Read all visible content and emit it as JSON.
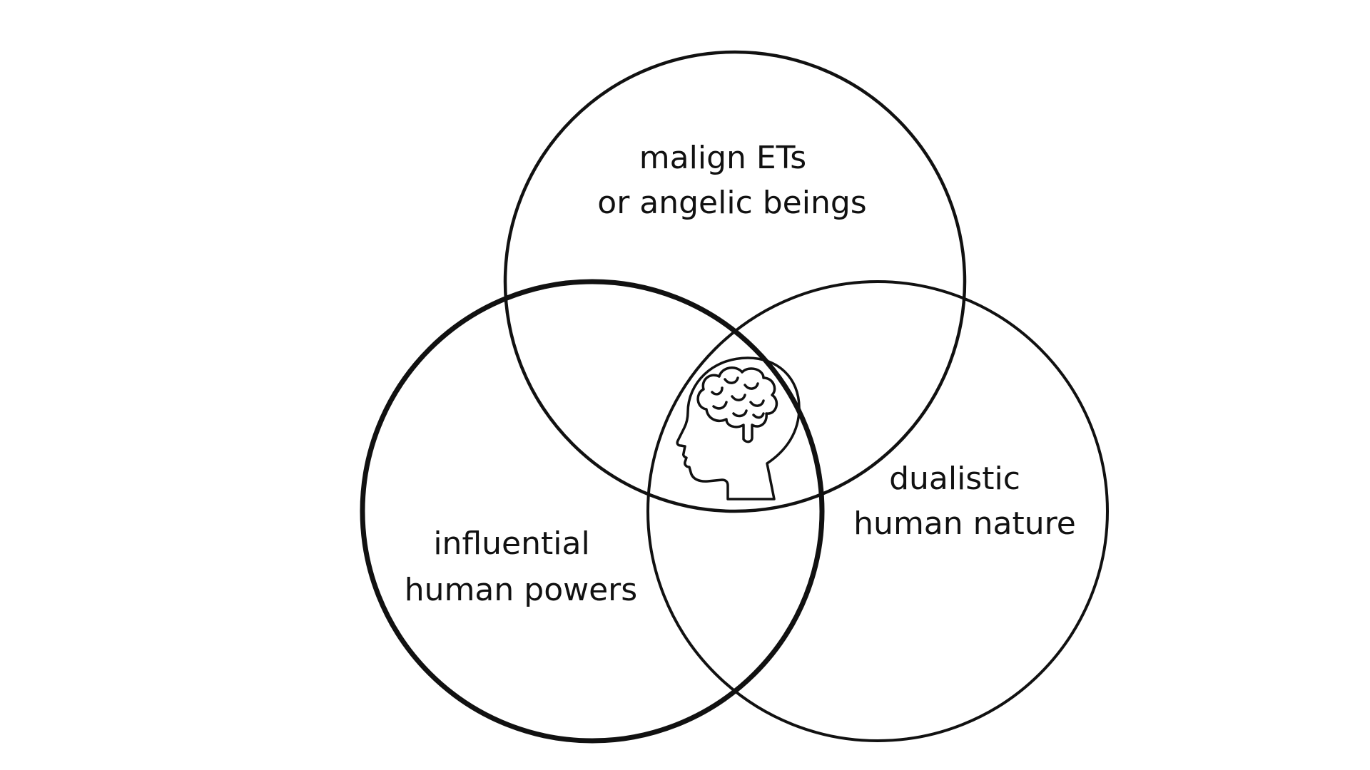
{
  "diagram": {
    "type": "venn",
    "circles": [
      {
        "id": "top",
        "label_lines": [
          "malign ETs",
          "or angelic beings"
        ]
      },
      {
        "id": "left",
        "label_lines": [
          "influential",
          "human powers"
        ]
      },
      {
        "id": "right",
        "label_lines": [
          "dualistic",
          "human nature"
        ]
      }
    ],
    "center_icon": "human-head-brain-icon",
    "colors": {
      "stroke": "#111111",
      "background": "#ffffff"
    }
  }
}
